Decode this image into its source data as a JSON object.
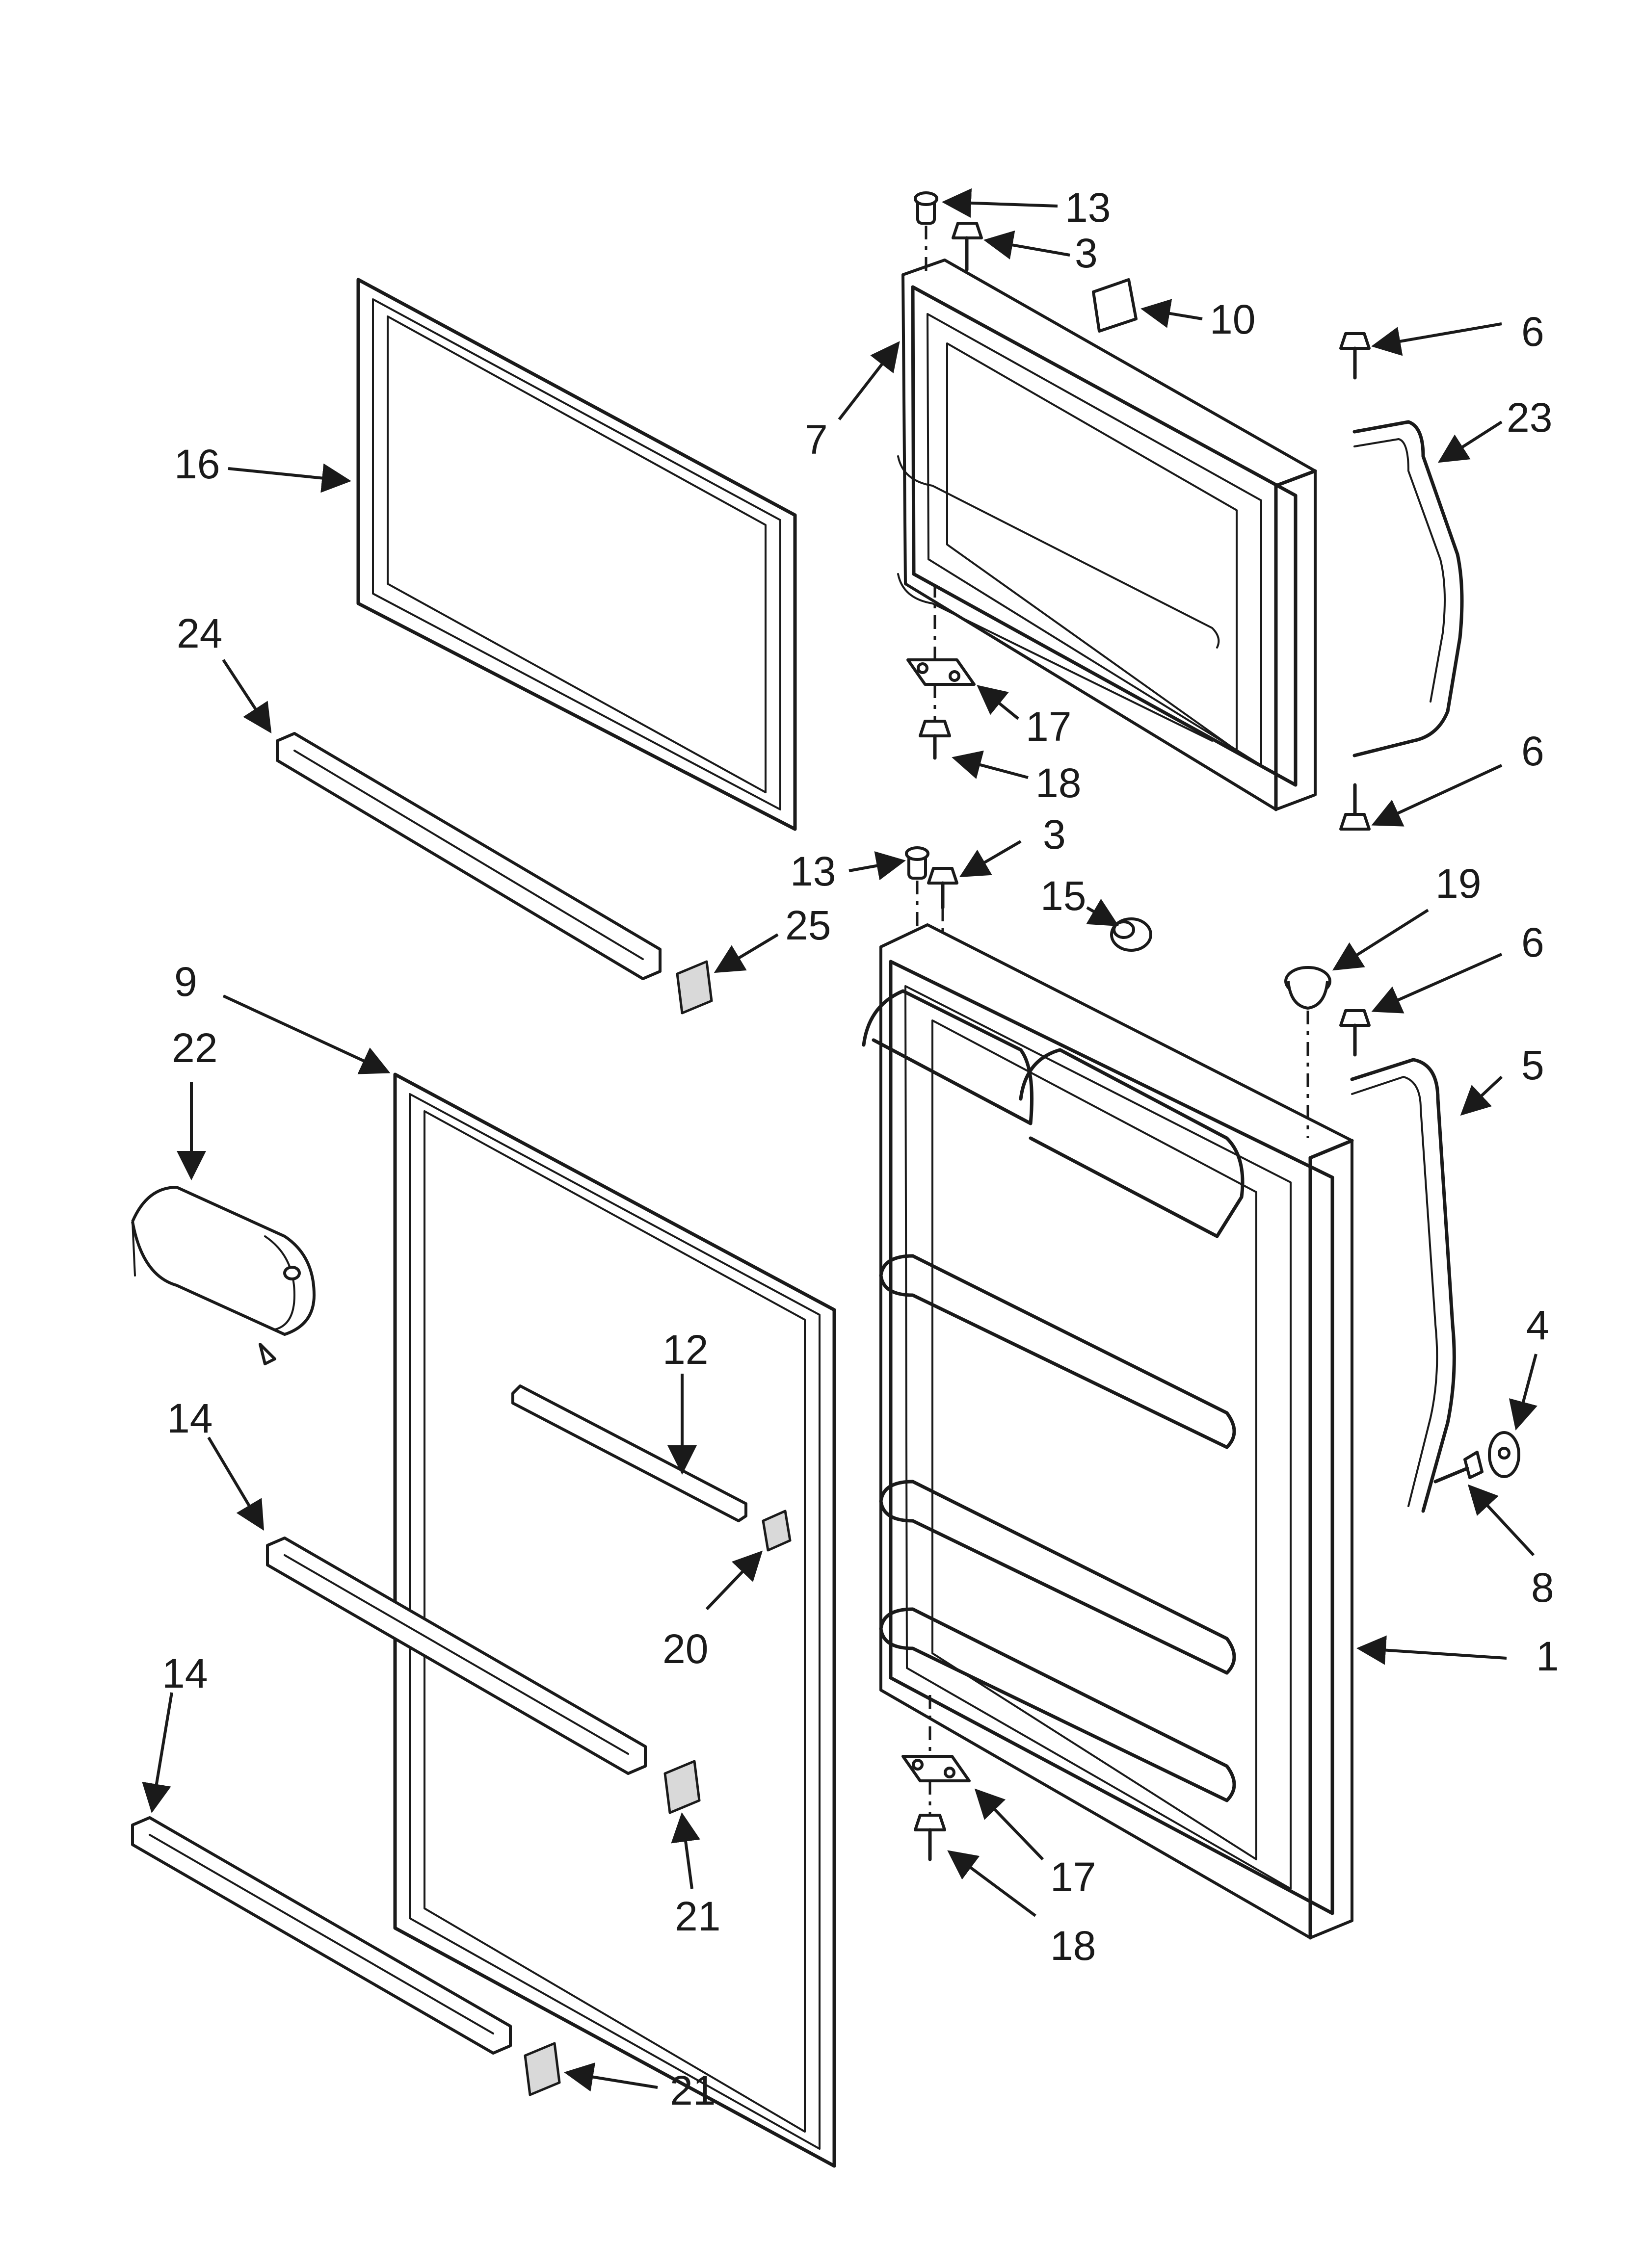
{
  "callouts": [
    {
      "id": "13a",
      "text": "13"
    },
    {
      "id": "3a",
      "text": "3"
    },
    {
      "id": "10",
      "text": "10"
    },
    {
      "id": "6a",
      "text": "6"
    },
    {
      "id": "23",
      "text": "23"
    },
    {
      "id": "7",
      "text": "7"
    },
    {
      "id": "16",
      "text": "16"
    },
    {
      "id": "24",
      "text": "24"
    },
    {
      "id": "17a",
      "text": "17"
    },
    {
      "id": "18a",
      "text": "18"
    },
    {
      "id": "6b",
      "text": "6"
    },
    {
      "id": "3b",
      "text": "3"
    },
    {
      "id": "13b",
      "text": "13"
    },
    {
      "id": "15",
      "text": "15"
    },
    {
      "id": "19",
      "text": "19"
    },
    {
      "id": "25",
      "text": "25"
    },
    {
      "id": "6c",
      "text": "6"
    },
    {
      "id": "9",
      "text": "9"
    },
    {
      "id": "22",
      "text": "22"
    },
    {
      "id": "5",
      "text": "5"
    },
    {
      "id": "4",
      "text": "4"
    },
    {
      "id": "12",
      "text": "12"
    },
    {
      "id": "14a",
      "text": "14"
    },
    {
      "id": "8",
      "text": "8"
    },
    {
      "id": "20",
      "text": "20"
    },
    {
      "id": "1",
      "text": "1"
    },
    {
      "id": "14b",
      "text": "14"
    },
    {
      "id": "21a",
      "text": "21"
    },
    {
      "id": "17b",
      "text": "17"
    },
    {
      "id": "18b",
      "text": "18"
    },
    {
      "id": "21b",
      "text": "21"
    }
  ]
}
